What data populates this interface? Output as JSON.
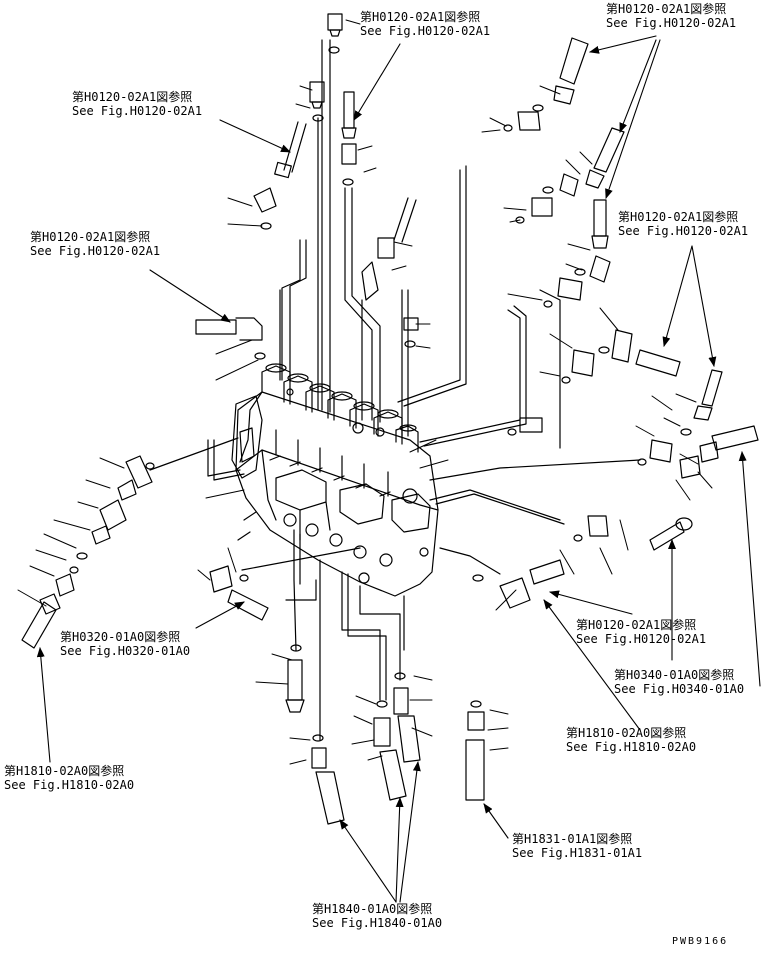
{
  "callouts": [
    {
      "id": "c1",
      "jp": "第H0120-02A1図参照",
      "en": "See Fig.H0120-02A1"
    },
    {
      "id": "c2",
      "jp": "第H0120-02A1図参照",
      "en": "See Fig.H0120-02A1"
    },
    {
      "id": "c3",
      "jp": "第H0120-02A1図参照",
      "en": "See Fig.H0120-02A1"
    },
    {
      "id": "c4",
      "jp": "第H0120-02A1図参照",
      "en": "See Fig.H0120-02A1"
    },
    {
      "id": "c5",
      "jp": "第H0120-02A1図参照",
      "en": "See Fig.H0120-02A1"
    },
    {
      "id": "c6",
      "jp": "第H0120-02A1図参照",
      "en": "See Fig.H0120-02A1"
    },
    {
      "id": "c7",
      "jp": "第H0320-01A0図参照",
      "en": "See Fig.H0320-01A0"
    },
    {
      "id": "c8",
      "jp": "第H0340-01A0図参照",
      "en": "See Fig.H0340-01A0"
    },
    {
      "id": "c9",
      "jp": "第H1810-02A0図参照",
      "en": "See Fig.H1810-02A0"
    },
    {
      "id": "c10",
      "jp": "第H1810-02A0図参照",
      "en": "See Fig.H1810-02A0"
    },
    {
      "id": "c11",
      "jp": "第H1831-01A1図参照",
      "en": "See Fig.H1831-01A1"
    },
    {
      "id": "c12",
      "jp": "第H1840-01A0図参照",
      "en": "See Fig.H1840-01A0"
    }
  ],
  "drawing_code": "PWB9166"
}
